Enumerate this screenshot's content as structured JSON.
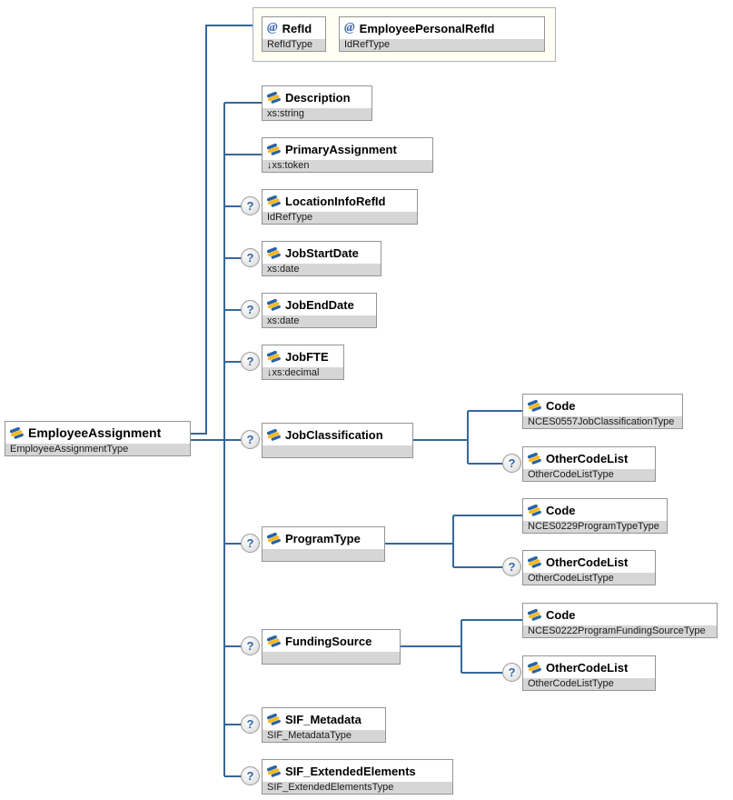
{
  "markers": {
    "optional": "?",
    "attribute": "@"
  },
  "colors": {
    "connector": "#36679b",
    "box_border": "#949494",
    "type_strip_bg": "#d6d6d6",
    "attr_group_bg": "#fffff4",
    "attr_group_border": "#a9b4c2",
    "icon_blue": "#2a63a4",
    "icon_yellow": "#fdb913",
    "optional_text": "#3465a8"
  },
  "root": {
    "name": "EmployeeAssignment",
    "type": "EmployeeAssignmentType"
  },
  "attributes": [
    {
      "name": "RefId",
      "type": "RefIdType"
    },
    {
      "name": "EmployeePersonalRefId",
      "type": "IdRefType"
    }
  ],
  "elements": [
    {
      "name": "Description",
      "type": "xs:string"
    },
    {
      "name": "PrimaryAssignment",
      "type": "↓xs:token"
    },
    {
      "name": "LocationInfoRefId",
      "type": "IdRefType"
    },
    {
      "name": "JobStartDate",
      "type": "xs:date"
    },
    {
      "name": "JobEndDate",
      "type": "xs:date"
    },
    {
      "name": "JobFTE",
      "type": "↓xs:decimal"
    },
    {
      "name": "JobClassification",
      "type": ""
    },
    {
      "name": "ProgramType",
      "type": ""
    },
    {
      "name": "FundingSource",
      "type": ""
    },
    {
      "name": "SIF_Metadata",
      "type": "SIF_MetadataType"
    },
    {
      "name": "SIF_ExtendedElements",
      "type": "SIF_ExtendedElementsType"
    }
  ],
  "subelements": [
    {
      "name": "Code",
      "type": "NCES0557JobClassificationType"
    },
    {
      "name": "OtherCodeList",
      "type": "OtherCodeListType"
    },
    {
      "name": "Code",
      "type": "NCES0229ProgramTypeType"
    },
    {
      "name": "OtherCodeList",
      "type": "OtherCodeListType"
    },
    {
      "name": "Code",
      "type": "NCES0222ProgramFundingSourceType"
    },
    {
      "name": "OtherCodeList",
      "type": "OtherCodeListType"
    }
  ]
}
